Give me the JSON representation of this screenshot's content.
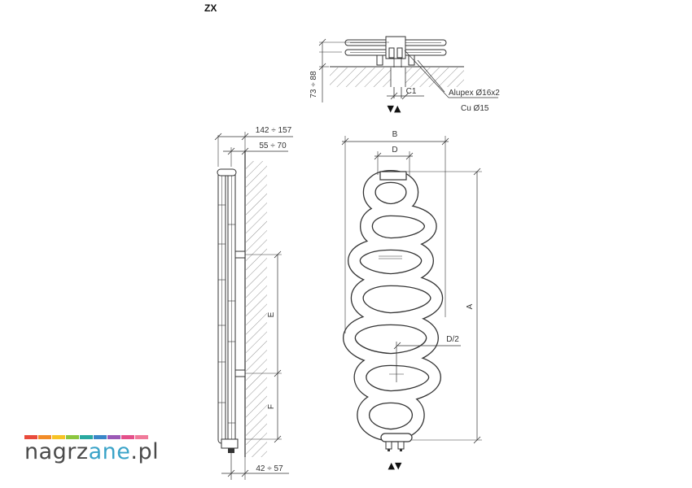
{
  "header": {
    "model_code": "ZX"
  },
  "top_view": {
    "depth_dimension": "73 ÷ 88",
    "c1_label": "C1",
    "pipe_label_alupex": "Alupex Ø16x2",
    "pipe_label_cu": "Cu Ø15",
    "flow_symbols": "▼▲"
  },
  "side_view": {
    "depth_total": "142 ÷ 157",
    "wall_distance": "55 ÷ 70",
    "mount_spacing_label": "E",
    "mount_height_label": "F",
    "connection_distance": "42 ÷ 57"
  },
  "front_view": {
    "width_label": "B",
    "loop_width_label": "D",
    "height_label": "A",
    "half_loop_label": "D/2",
    "flow_symbols": "▲▼"
  },
  "logo": {
    "text_parts": [
      "nagrz",
      "ane",
      ".pl"
    ],
    "bar_colors": [
      "#e94b3c",
      "#f28c28",
      "#f7c325",
      "#8cc63f",
      "#2aa9a0",
      "#3a86c8",
      "#9b59b6",
      "#e4508a",
      "#f07a9a"
    ],
    "text_colors": {
      "dark": "#4a4a4a",
      "accent": "#3aa3c8"
    }
  }
}
